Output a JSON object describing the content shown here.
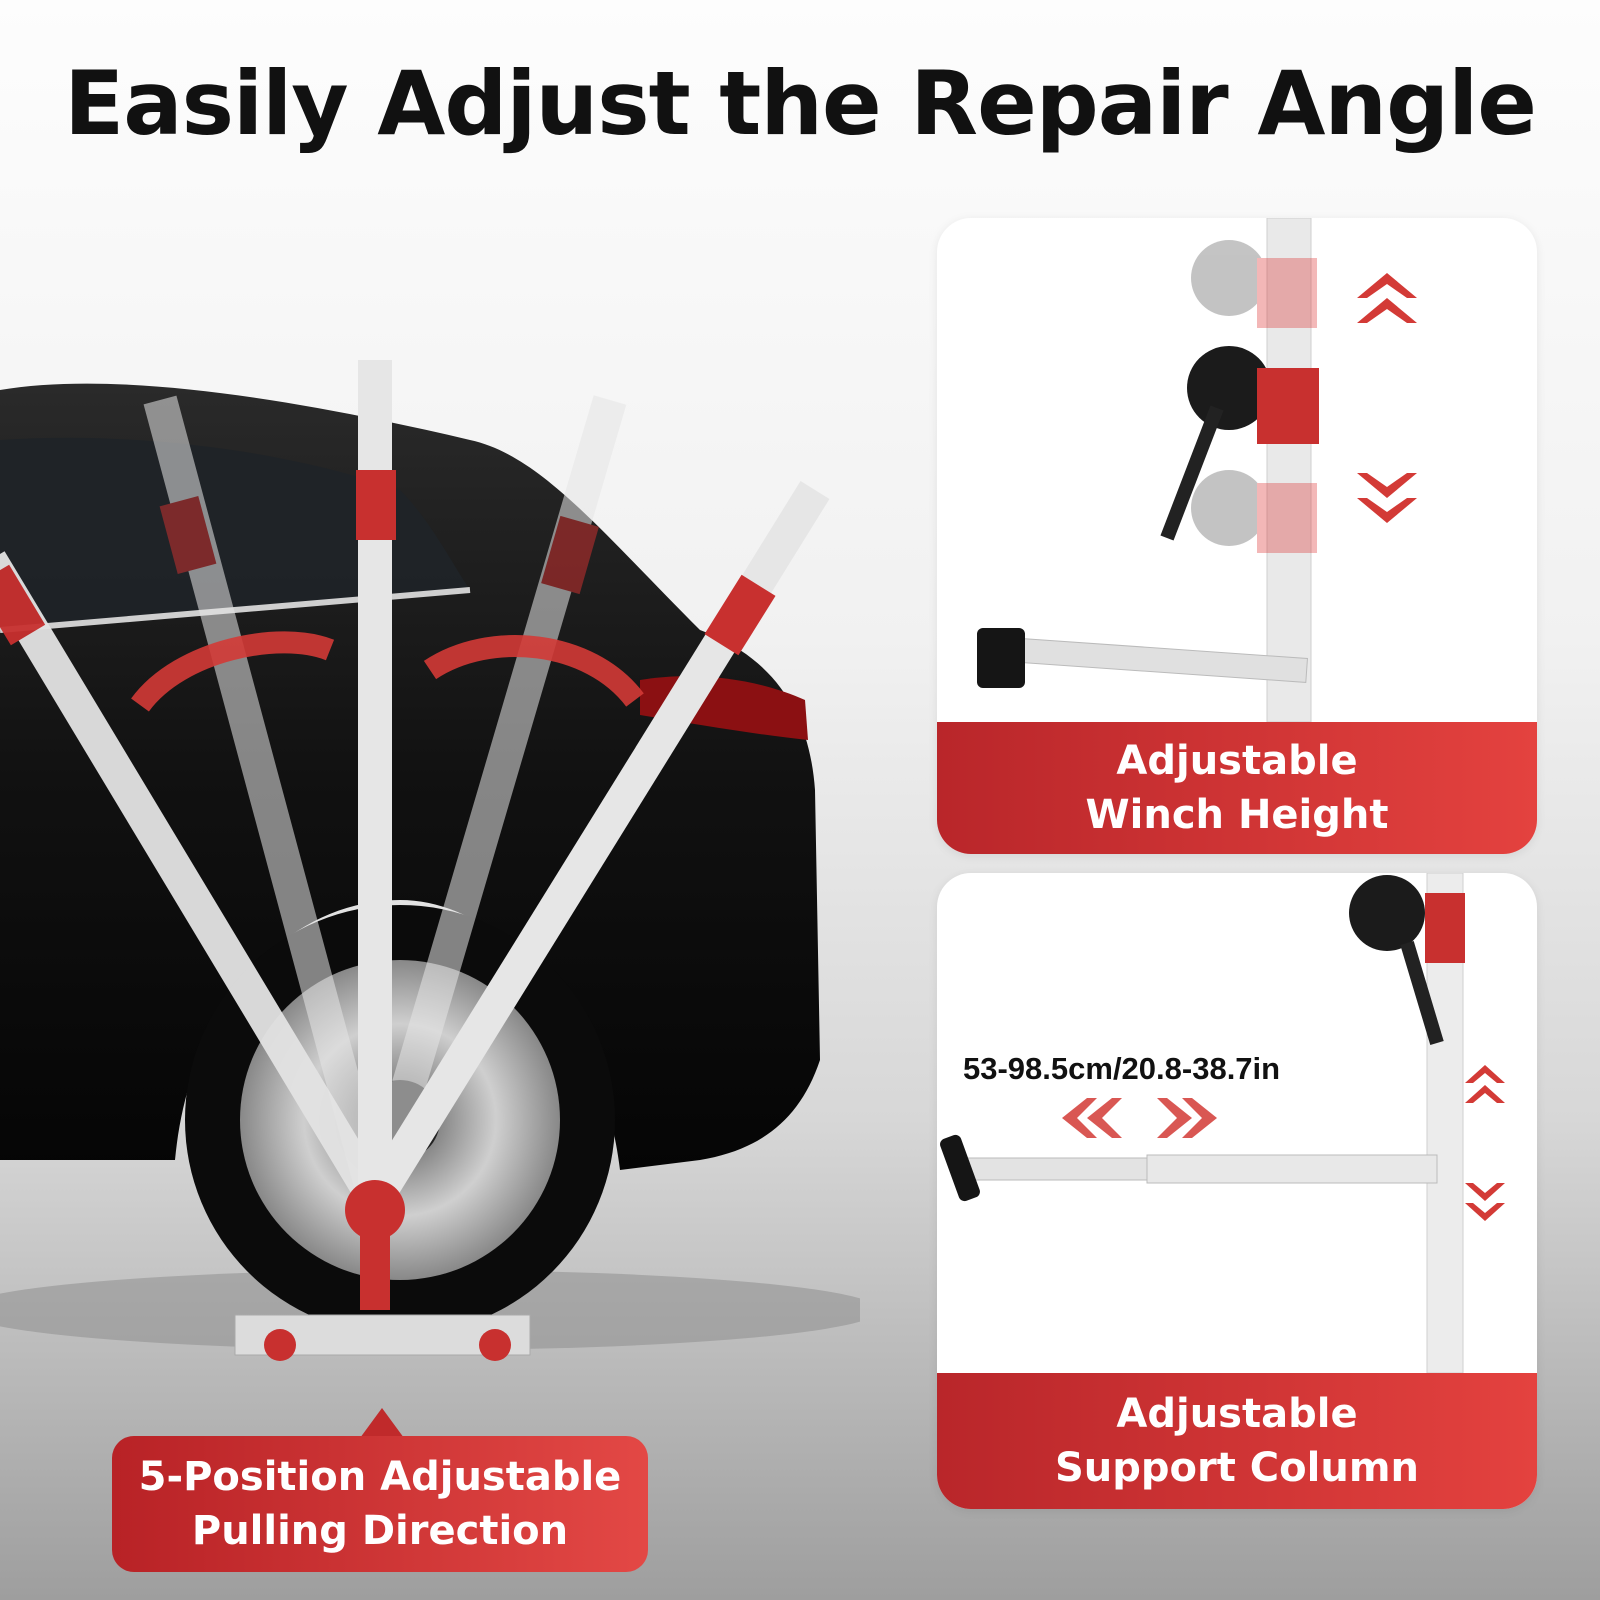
{
  "headline": "Easily Adjust the Repair Angle",
  "main_callout": {
    "line1": "5-Position Adjustable",
    "line2": "Pulling Direction"
  },
  "card_winch": {
    "line1": "Adjustable",
    "line2": "Winch Height"
  },
  "card_support": {
    "line1": "Adjustable",
    "line2": "Support Column",
    "dimension": "53-98.5cm/20.8-38.7in"
  },
  "colors": {
    "accent_red": "#c8302f",
    "car_black": "#141414",
    "frame_silver": "#d9d9d9"
  },
  "positions_count": 5
}
